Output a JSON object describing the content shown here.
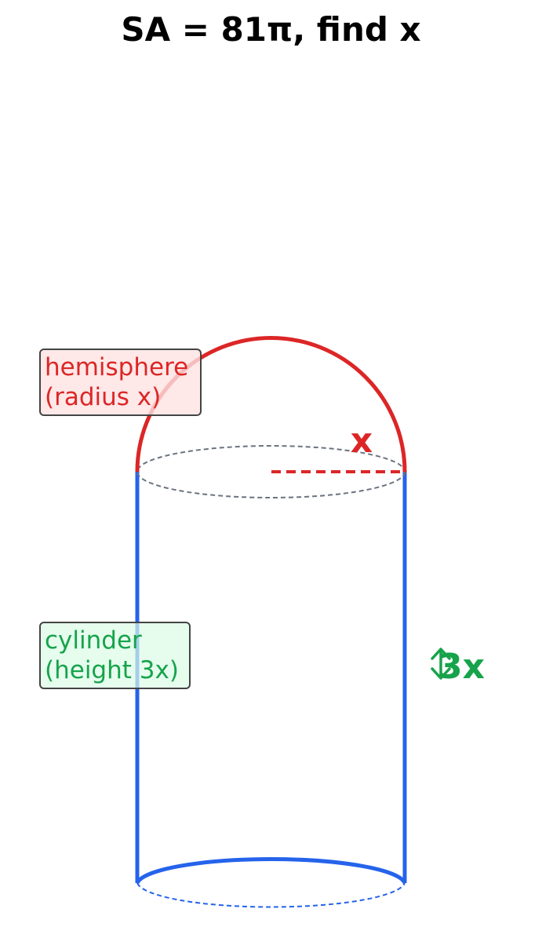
{
  "title": "SA = 81π, find x",
  "hemisphere_label": {
    "line1": "hemisphere",
    "line2": "(radius x)"
  },
  "cylinder_label": {
    "line1": "cylinder",
    "line2": "(height 3x)"
  },
  "radius_label": "x",
  "height_label": "3x",
  "height_arrow_icon": "up-down-arrow-icon",
  "colors": {
    "hemisphere": "#dc2626",
    "cylinder": "#2563eb",
    "height": "#16a34a",
    "hidden_edge": "#6b7280",
    "hemisphere_box_fill": "#fee2e2",
    "cylinder_box_fill": "#dcfce7"
  }
}
